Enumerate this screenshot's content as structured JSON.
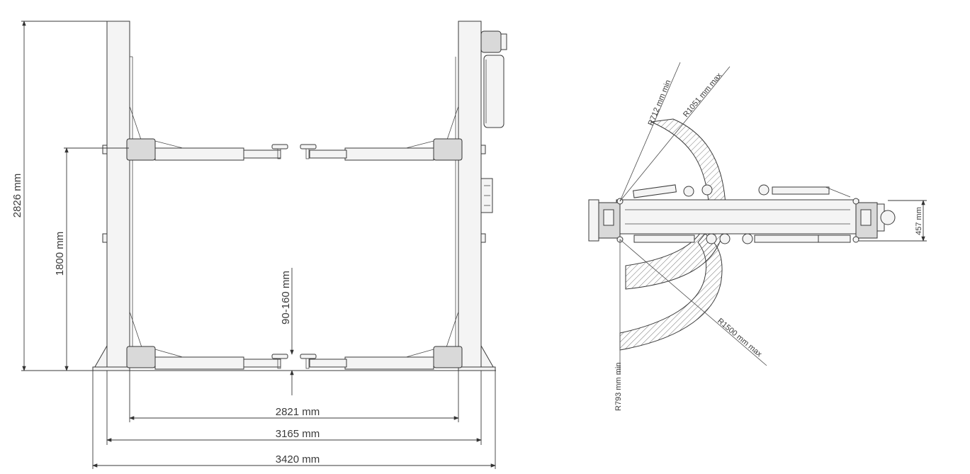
{
  "front_view": {
    "height_total": "2826 mm",
    "height_arm": "1800 mm",
    "pad_height": "90-160 mm",
    "inner_width": "2821 mm",
    "column_width": "3165 mm",
    "overall_width": "3420 mm"
  },
  "top_view": {
    "arm_offset": "457 mm",
    "radius_short_min": "R712 mm min",
    "radius_short_max": "R1051 mm max",
    "radius_long_min": "R793 mm min",
    "radius_long_max": "R1500 mm max"
  }
}
